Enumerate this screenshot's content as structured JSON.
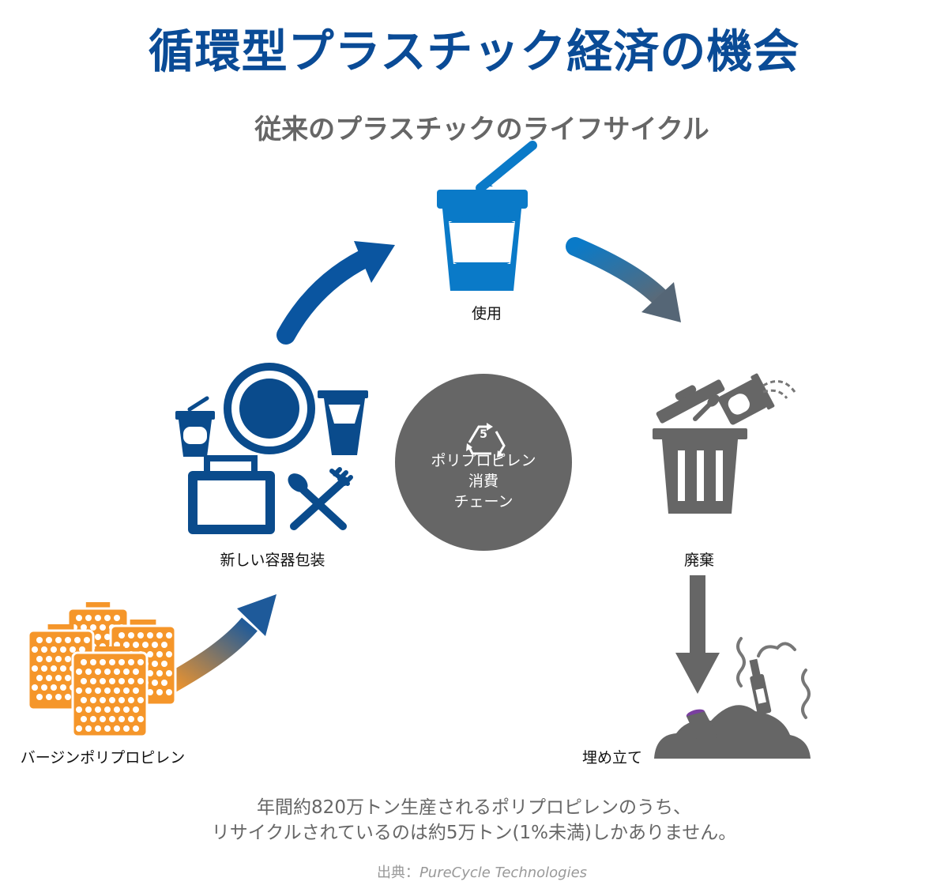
{
  "title": "循環型プラスチック経済の機会",
  "subtitle": "従来のプラスチックのライフサイクル",
  "stages": {
    "use": "使用",
    "new_packaging": "新しい容器包装",
    "disposal": "廃棄",
    "virgin_pp": "バージンポリプロピレン",
    "landfill": "埋め立て"
  },
  "center": {
    "recycle_code": "5",
    "line1": "ポリプロピレン",
    "line2": "消費",
    "line3": "チェーン"
  },
  "footer": {
    "line1": "年間約820万トン生産されるポリプロピレンのうち、",
    "line2": "リサイクルされているのは約5万トン(1%未満)しかありません。"
  },
  "source": {
    "prefix": "出典：",
    "name": "PureCycle Technologies"
  },
  "colors": {
    "title_blue": "#0a4b96",
    "use_blue": "#0a7ac8",
    "packaging_blue": "#0a4b8c",
    "gray": "#666666",
    "orange": "#f5962a"
  }
}
